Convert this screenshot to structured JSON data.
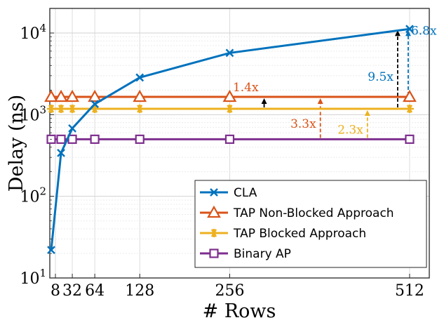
{
  "chart_data": {
    "type": "line",
    "xlabel": "# Rows",
    "ylabel": "Delay (ns)",
    "xscale": "linear",
    "yscale": "log",
    "xlim": [
      0,
      540
    ],
    "ylim": [
      10,
      20000
    ],
    "grid": true,
    "legend_position": "bottom-right",
    "x_ticks": [
      8,
      32,
      64,
      128,
      256,
      512
    ],
    "y_ticks": [
      {
        "value": 10,
        "base": "10",
        "exp": "1"
      },
      {
        "value": 100,
        "base": "10",
        "exp": "2"
      },
      {
        "value": 1000,
        "base": "10",
        "exp": "3"
      },
      {
        "value": 10000,
        "base": "10",
        "exp": "4"
      }
    ],
    "x": [
      2,
      16,
      32,
      64,
      128,
      256,
      512
    ],
    "series": [
      {
        "name": "CLA",
        "color": "#0072BD",
        "marker": "x",
        "values": [
          22,
          340,
          680,
          1350,
          2850,
          5700,
          11200
        ]
      },
      {
        "name": "TAP Non-Blocked Approach",
        "color": "#D95319",
        "marker": "triangle",
        "values": [
          1650,
          1650,
          1650,
          1650,
          1650,
          1650,
          1650
        ]
      },
      {
        "name": "TAP Blocked Approach",
        "color": "#EDB120",
        "marker": "asterisk",
        "values": [
          1180,
          1180,
          1180,
          1180,
          1180,
          1180,
          1180
        ]
      },
      {
        "name": "Binary AP",
        "color": "#7E2F8E",
        "marker": "square",
        "values": [
          500,
          500,
          500,
          500,
          500,
          500,
          500
        ]
      }
    ],
    "annotations": [
      {
        "text": "1.4x",
        "color": "#D95319",
        "arrow_color": "#000000",
        "x": 305,
        "y_from": 1180,
        "y_to": 1650,
        "style": "solid",
        "label_side": "above"
      },
      {
        "text": "3.3x",
        "color": "#D95319",
        "arrow_color": "#D95319",
        "x": 385,
        "y_from": 500,
        "y_to": 1650,
        "style": "dashed",
        "label_side": "left"
      },
      {
        "text": "2.3x",
        "color": "#EDB120",
        "arrow_color": "#EDB120",
        "x": 452,
        "y_from": 500,
        "y_to": 1180,
        "style": "dashed",
        "label_side": "left"
      },
      {
        "text": "9.5x",
        "color": "#0072BD",
        "arrow_color": "#000000",
        "x": 495,
        "y_from": 1180,
        "y_to": 11200,
        "style": "dashed",
        "label_side": "left"
      },
      {
        "text": "6.8x",
        "color": "#0072BD",
        "arrow_color": "#0072BD",
        "x": 510,
        "y_from": 1650,
        "y_to": 11200,
        "style": "dashed",
        "label_side": "right"
      }
    ]
  }
}
